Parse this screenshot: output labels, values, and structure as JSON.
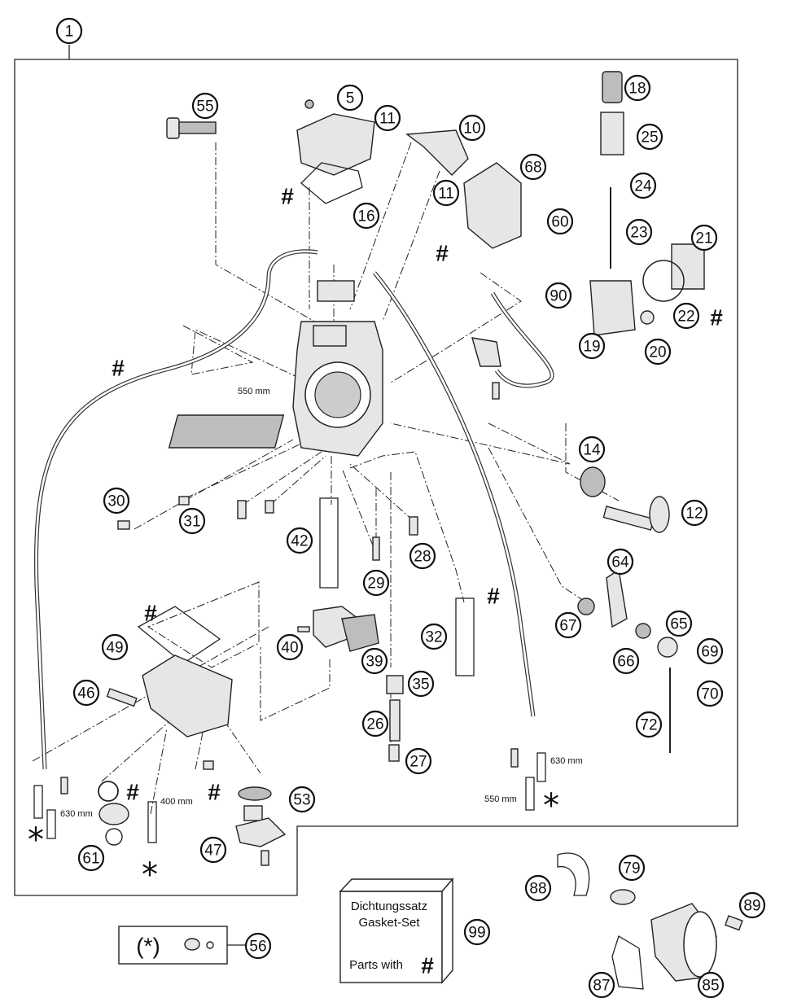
{
  "assembly": {
    "number": "1"
  },
  "callouts": [
    {
      "id": "1"
    },
    {
      "id": "55"
    },
    {
      "id": "5"
    },
    {
      "id": "11a",
      "label": "11"
    },
    {
      "id": "10"
    },
    {
      "id": "18"
    },
    {
      "id": "25"
    },
    {
      "id": "24"
    },
    {
      "id": "23"
    },
    {
      "id": "21"
    },
    {
      "id": "22"
    },
    {
      "id": "20"
    },
    {
      "id": "19"
    },
    {
      "id": "68"
    },
    {
      "id": "11b",
      "label": "11"
    },
    {
      "id": "60"
    },
    {
      "id": "16"
    },
    {
      "id": "90"
    },
    {
      "id": "14"
    },
    {
      "id": "12"
    },
    {
      "id": "30"
    },
    {
      "id": "31"
    },
    {
      "id": "42"
    },
    {
      "id": "28"
    },
    {
      "id": "29"
    },
    {
      "id": "64"
    },
    {
      "id": "67"
    },
    {
      "id": "65"
    },
    {
      "id": "69"
    },
    {
      "id": "66"
    },
    {
      "id": "70"
    },
    {
      "id": "72"
    },
    {
      "id": "32"
    },
    {
      "id": "40"
    },
    {
      "id": "39"
    },
    {
      "id": "35"
    },
    {
      "id": "49"
    },
    {
      "id": "46"
    },
    {
      "id": "26"
    },
    {
      "id": "27"
    },
    {
      "id": "53"
    },
    {
      "id": "47"
    },
    {
      "id": "61"
    },
    {
      "id": "79"
    },
    {
      "id": "88"
    },
    {
      "id": "89"
    },
    {
      "id": "87"
    },
    {
      "id": "85"
    },
    {
      "id": "99"
    },
    {
      "id": "56"
    }
  ],
  "dimensions": {
    "hose_550_top": "550 mm",
    "hose_630_left": "630 mm",
    "hose_400": "400 mm",
    "hose_630_right": "630 mm",
    "hose_550_right": "550 mm"
  },
  "marks": {
    "hash": "#",
    "star": "*"
  },
  "gasket_box": {
    "line1": "Dichtungssatz",
    "line2": "Gasket-Set",
    "line3": "Parts with",
    "hash": "#"
  },
  "kit_box": {
    "label": "(*)"
  }
}
